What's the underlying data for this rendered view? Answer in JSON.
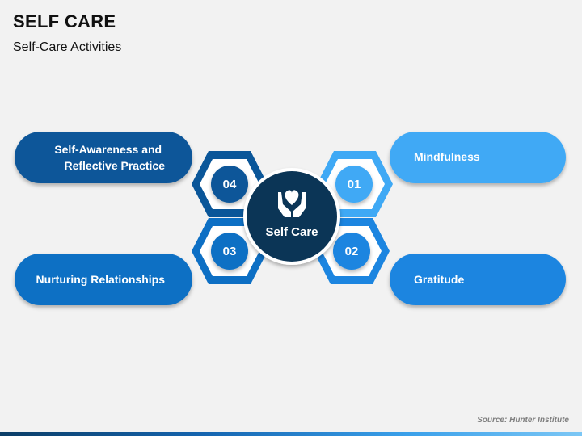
{
  "header": {
    "title": "SELF CARE",
    "subtitle": "Self-Care Activities"
  },
  "center": {
    "label": "Self Care",
    "icon": "hands-heart-icon",
    "color": "#0b3556"
  },
  "items": [
    {
      "number": "01",
      "label_lines": [
        "Mindfulness"
      ],
      "color": "#3fa9f5",
      "ring_color": "#3fa9f5"
    },
    {
      "number": "02",
      "label_lines": [
        "Gratitude"
      ],
      "color": "#1c85e0",
      "ring_color": "#1c85e0"
    },
    {
      "number": "03",
      "label_lines": [
        "Nurturing Relationships"
      ],
      "color": "#0d6fc4",
      "ring_color": "#0d6fc4"
    },
    {
      "number": "04",
      "label_lines": [
        "Self-Awareness and",
        "Reflective Practice"
      ],
      "color": "#0a5699",
      "ring_color": "#0a5699"
    }
  ],
  "footer": {
    "source": "Source: Hunter Institute"
  }
}
